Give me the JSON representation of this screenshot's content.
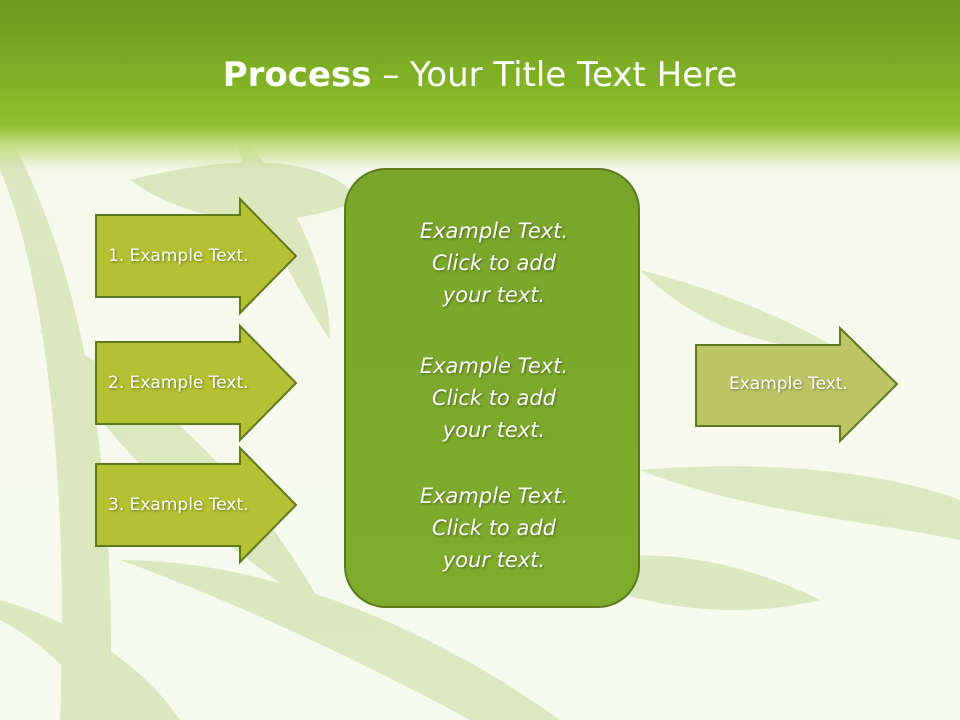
{
  "title": {
    "bold": "Process",
    "rest": " – Your Title Text Here"
  },
  "left_arrows": [
    {
      "label": "1. Example Text."
    },
    {
      "label": "2. Example Text."
    },
    {
      "label": "3. Example Text."
    }
  ],
  "center_box": {
    "blocks": [
      {
        "line1": "Example Text.",
        "line2": "Click  to add",
        "line3": "your text."
      },
      {
        "line1": "Example Text.",
        "line2": "Click  to add",
        "line3": "your text."
      },
      {
        "line1": "Example Text.",
        "line2": "Click  to add",
        "line3": "your text."
      }
    ]
  },
  "right_arrow": {
    "label": "Example Text."
  },
  "colors": {
    "header_green": "#84b626",
    "left_arrow_fill": "#b5c132",
    "right_arrow_fill": "#bcc665",
    "center_box_fill": "#7da92c",
    "outline": "#5a7a1c"
  }
}
